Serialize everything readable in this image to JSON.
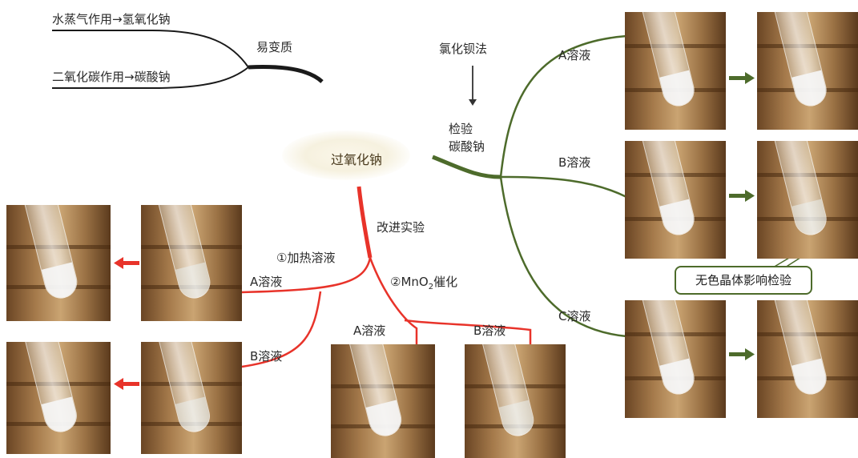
{
  "top_left": {
    "line1": "水蒸气作用→氢氧化钠",
    "line2": "二氧化碳作用→碳酸钠",
    "merge_label": "易变质"
  },
  "center_node": "过氧化钠",
  "detect_branch": {
    "method": "氯化钡法",
    "target": "检验\n碳酸钠",
    "a": "A溶液",
    "b": "B溶液",
    "c": "C溶液",
    "callout": "无色晶体影响检验"
  },
  "improve_branch": {
    "title": "改进实验",
    "step1": "①加热溶液",
    "step2_prefix": "②MnO",
    "step2_sub": "2",
    "step2_suffix": "催化",
    "a_left": "A溶液",
    "b_left": "B溶液",
    "a_bottom": "A溶液",
    "b_bottom": "B溶液"
  },
  "colors": {
    "black_line": "#1a1a1a",
    "red_line": "#e8332a",
    "green_line": "#4d6b2b"
  }
}
